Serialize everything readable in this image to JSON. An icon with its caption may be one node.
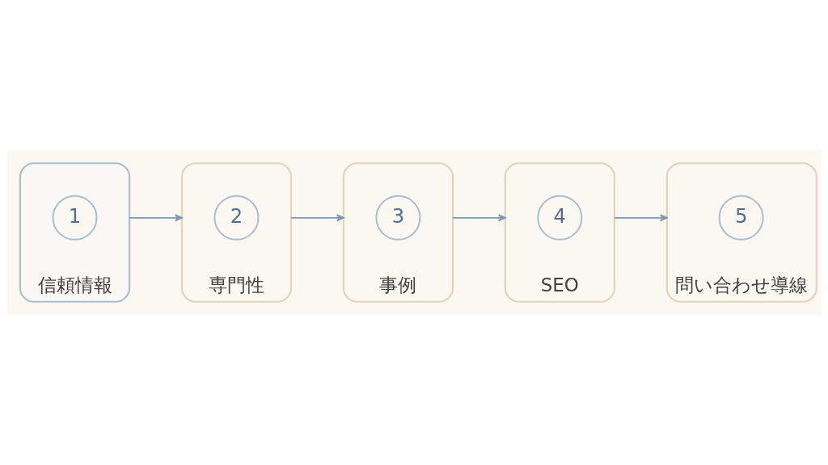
{
  "diagram": {
    "nodes": [
      {
        "text": [
          "信頼情報"
        ]
      },
      {
        "text": [
          "1"
        ],
        "in": 0
      },
      {
        "text": [
          "専門性"
        ]
      },
      {
        "text": [
          "2"
        ],
        "in": 2
      },
      {
        "text": [
          "事例"
        ]
      },
      {
        "text": [
          "3"
        ],
        "in": 4
      },
      {
        "text": [
          "SEO"
        ]
      },
      {
        "text": [
          "4"
        ],
        "in": 6
      },
      {
        "text": [
          "問い合わせ導線"
        ]
      },
      {
        "text": [
          "5"
        ],
        "in": 8
      }
    ],
    "edges": [
      {
        "from": 0,
        "to": 2,
        "arrow": "to"
      },
      {
        "from": 2,
        "to": 4,
        "arrow": "to"
      },
      {
        "from": 4,
        "to": 6,
        "arrow": "to"
      },
      {
        "from": 6,
        "to": 8,
        "arrow": "to"
      }
    ]
  }
}
